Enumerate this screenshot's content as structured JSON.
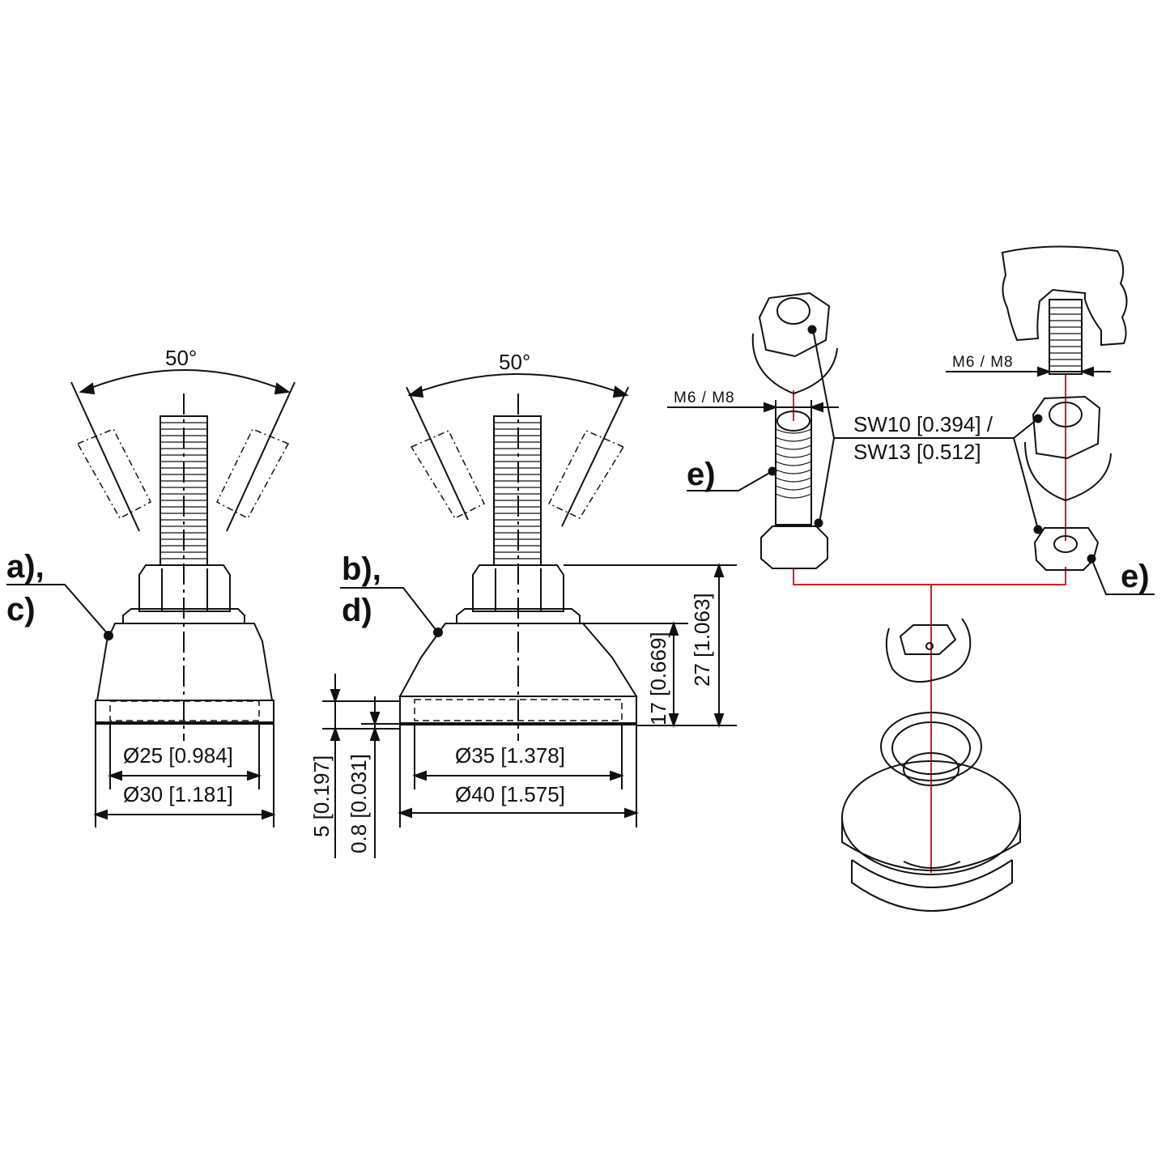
{
  "drawing": {
    "views": {
      "left": {
        "callout": [
          "a),",
          "c)"
        ],
        "angle": "50°",
        "inner_diameter": "Ø25 [0.984]",
        "outer_diameter": "Ø30 [1.181]"
      },
      "middle": {
        "callout": [
          "b),",
          "d)"
        ],
        "angle": "50°",
        "inner_diameter": "Ø35 [1.378]",
        "outer_diameter": "Ø40 [1.575]",
        "height_total": "27 [1.063]",
        "height_body": "17 [0.669]",
        "height_pad": "5 [0.197]",
        "pad_thickness": "0.8 [0.031]"
      },
      "exploded": {
        "bolt_thread": "M6 / M8",
        "stud_thread": "M6 / M8",
        "wrench_size_1": "SW10 [0.394] /",
        "wrench_size_2": "SW13 [0.512]",
        "callout_left": "e)",
        "callout_right": "e)"
      }
    },
    "colors": {
      "line": "#111111",
      "axis_red": "#d42020",
      "background": "#ffffff"
    }
  }
}
